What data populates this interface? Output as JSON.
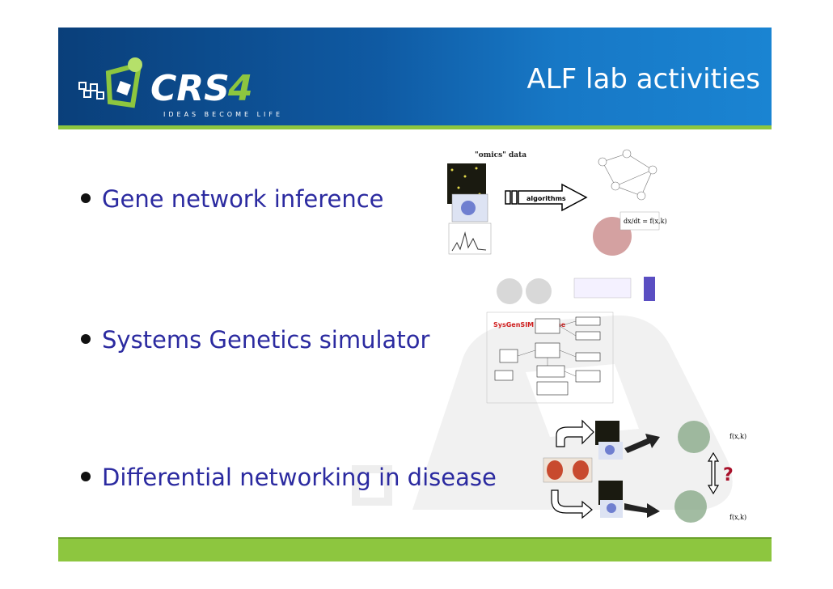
{
  "header": {
    "title": "ALF lab activities"
  },
  "logo": {
    "text": "CRS4",
    "tagline": "IDEAS BECOME LIFE"
  },
  "bullets": [
    {
      "text": "Gene network inference"
    },
    {
      "text": "Systems Genetics simulator"
    },
    {
      "text": "Differential networking in disease"
    }
  ],
  "figures": {
    "inference": {
      "caption": "\"omics\" data",
      "arrow_label": "algorithms"
    },
    "simulator": {
      "label_red": "SysGenSIM pipeline"
    },
    "differential": {
      "question": "?"
    }
  },
  "colors": {
    "header_dark": "#0a3f7a",
    "header_light": "#1a84d2",
    "green": "#8dc63f",
    "bullet_text": "#2b2aa0"
  }
}
